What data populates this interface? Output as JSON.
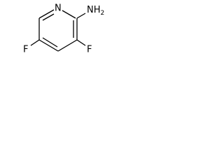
{
  "molecule": {
    "atoms": {
      "ring_nitrogen": "N",
      "amino_group": "NH2",
      "fluorine_3": "F",
      "fluorine_5": "F"
    }
  }
}
